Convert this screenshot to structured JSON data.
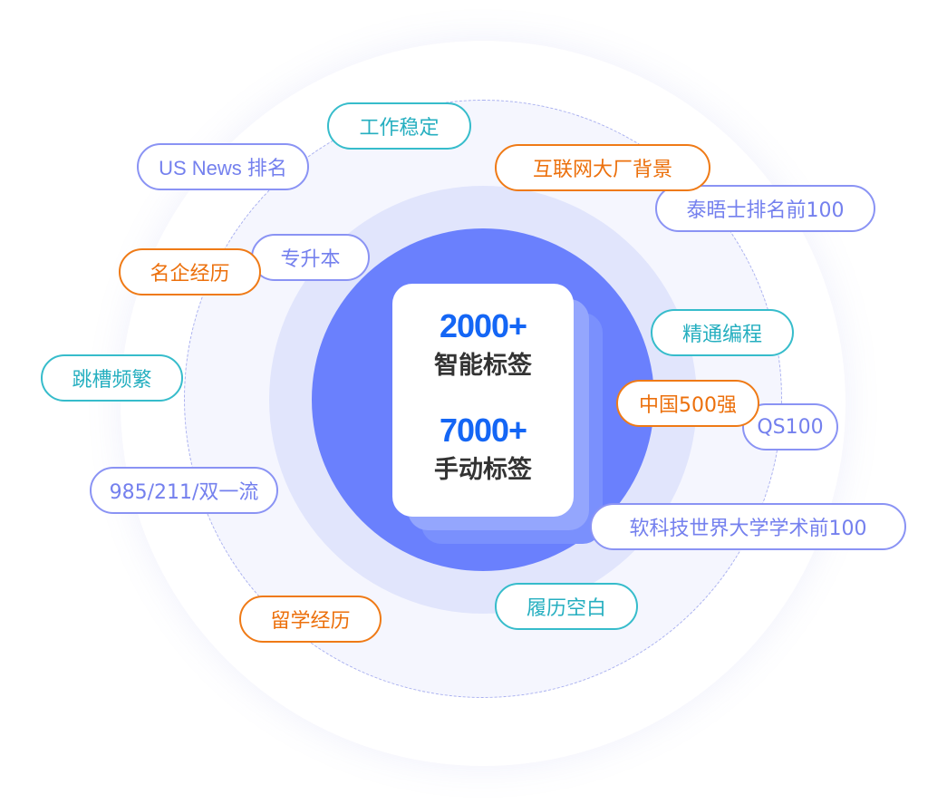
{
  "center": {
    "smart_count": "2000+",
    "smart_label": "智能标签",
    "manual_count": "7000+",
    "manual_label": "手动标签"
  },
  "colors": {
    "teal": "#36bccb",
    "orange": "#ef7a16",
    "purple": "#8a93f4",
    "blue": "#6a80fd",
    "number": "#1466f5"
  },
  "tags": [
    "工作稳定",
    "US News 排名",
    "泰晤士排名前100",
    "互联网大厂背景",
    "专升本",
    "名企经历",
    "精通编程",
    "跳槽频繁",
    "QS100",
    "中国500强",
    "985/211/双一流",
    "软科技世界大学学术前100",
    "履历空白",
    "留学经历"
  ]
}
